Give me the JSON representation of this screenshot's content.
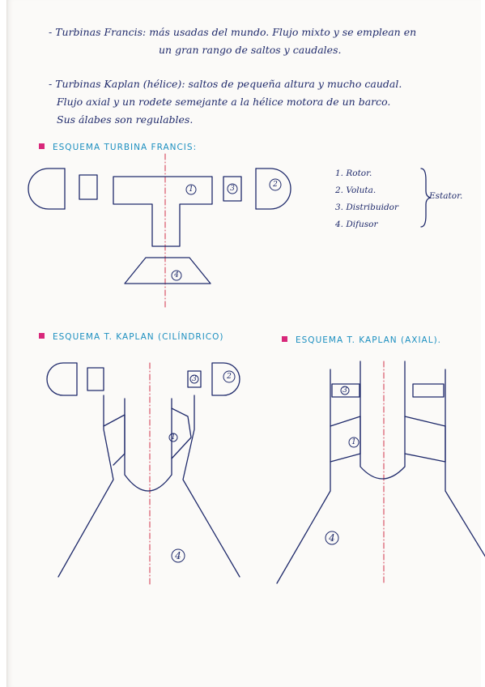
{
  "text": {
    "francis_line1": "- Turbinas Francis:  más usadas del mundo. Flujo mixto y se emplean en",
    "francis_line2": "un gran rango de saltos   y caudales.",
    "kaplan_line1": "- Turbinas Kaplan (hélice): saltos de pequeña altura  y mucho caudal.",
    "kaplan_line2": "Flujo axial  y un rodete semejante  a  la hélice motora de un barco.",
    "kaplan_line3": "Sus álabes son regulables."
  },
  "headings": {
    "francis": "ESQUEMA TURBINA FRANCIS:",
    "kaplan_cyl": "ESQUEMA T. KAPLAN (CILÍNDRICO)",
    "kaplan_axial": "ESQUEMA T. KAPLAN (AXIAL)."
  },
  "legend": {
    "items": [
      "1. Rotor.",
      "2. Voluta.",
      "3. Distribuidor",
      "4. Difusor"
    ],
    "brace_label": "Estator."
  },
  "labels": {
    "one": "1",
    "two": "2",
    "three": "3",
    "four": "4"
  },
  "colors": {
    "ink": "#1f2a6b",
    "heading": "#1c8fc0",
    "bullet": "#d8277a",
    "axis": "#d0314a"
  },
  "icons": {
    "bullet": "pink-square-bullet"
  }
}
